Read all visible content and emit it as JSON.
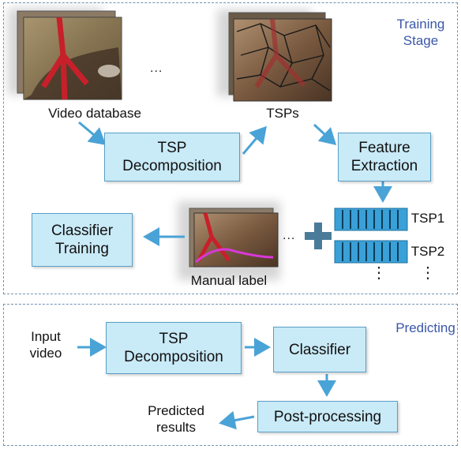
{
  "training": {
    "stage_label_line1": "Training",
    "stage_label_line2": "Stage",
    "video_database_label": "Video database",
    "tsps_label": "TSPs",
    "tsp_decomposition_line1": "TSP",
    "tsp_decomposition_line2": "Decomposition",
    "feature_extraction_line1": "Feature",
    "feature_extraction_line2": "Extraction",
    "classifier_training_line1": "Classifier",
    "classifier_training_line2": "Training",
    "manual_label": "Manual label",
    "tsp1_label": "TSP1",
    "tsp2_label": "TSP2",
    "ellipsis": "...",
    "plus": "+"
  },
  "predicting": {
    "stage_label": "Predicting",
    "input_video_line1": "Input",
    "input_video_line2": "video",
    "tsp_decomposition_line1": "TSP",
    "tsp_decomposition_line2": "Decomposition",
    "classifier_label": "Classifier",
    "post_processing_label": "Post-processing",
    "predicted_results_line1": "Predicted",
    "predicted_results_line2": "results"
  },
  "colors": {
    "box_fill": "#c9eaf7",
    "box_border": "#5a9ec6",
    "arrow": "#4aa3d6",
    "feature_bar": "#3aa0d8",
    "stage_label": "#3a57a8",
    "panel_border": "#6f93b3",
    "manual_label_outline": "#d838d8"
  }
}
